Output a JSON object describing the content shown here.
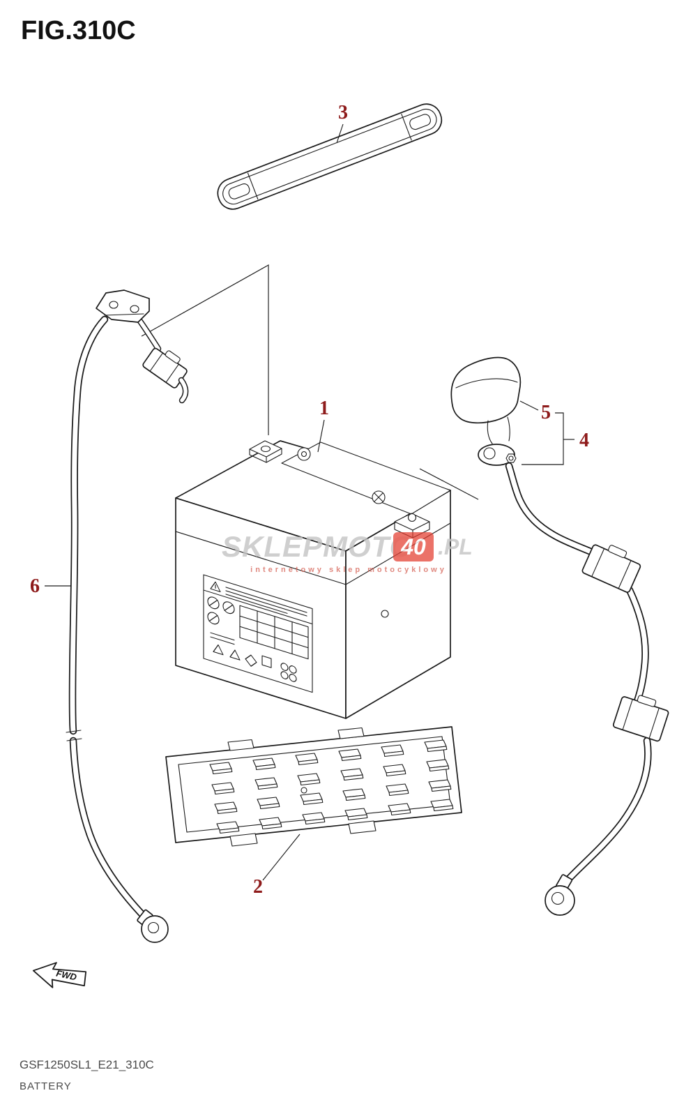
{
  "title": "FIG.310C",
  "callouts": {
    "n1": "1",
    "n2": "2",
    "n3": "3",
    "n4": "4",
    "n5": "5",
    "n6": "6"
  },
  "watermark": {
    "brand": "SKLEPMOTO",
    "highlight": "40",
    "suffix": ".PL",
    "tagline": "internetowy sklep motocyklowy"
  },
  "fwd": {
    "label": "FWD"
  },
  "footer": {
    "code": "GSF1250SL1_E21_310C",
    "title": "BATTERY"
  },
  "colors": {
    "line": "#1a1a1a",
    "callout": "#8e1b1b",
    "watermark_gray": "#c4c4c4",
    "watermark_red": "#e23b2e",
    "footer_text": "#4a4a4a"
  }
}
